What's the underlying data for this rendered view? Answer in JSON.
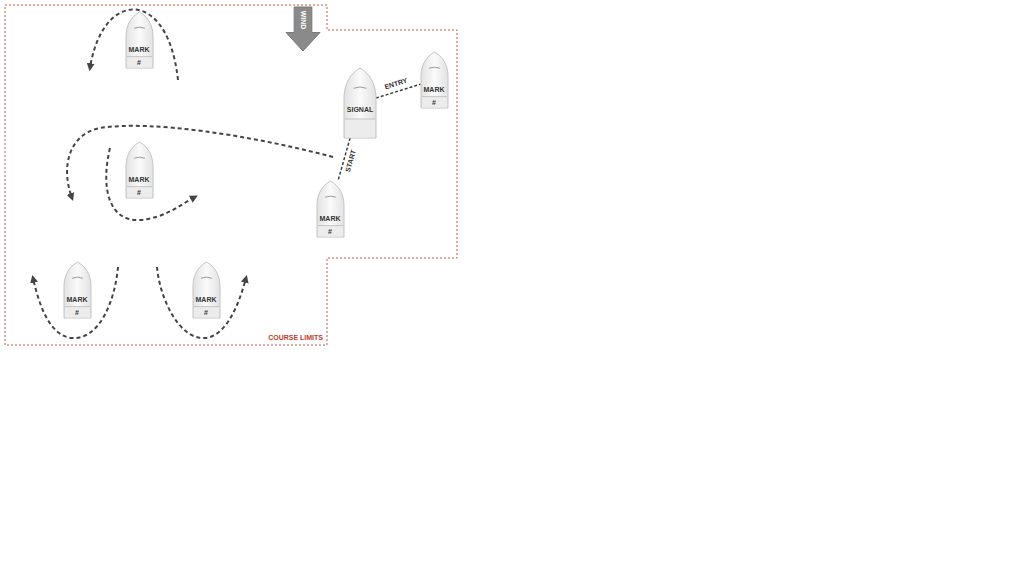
{
  "diagram": {
    "nodes": [
      {
        "text": [
          "MARK",
          "#"
        ]
      },
      {
        "text": [
          "WIND"
        ]
      },
      {
        "text": [
          "SIGNAL"
        ]
      },
      {
        "text": [
          "MARK",
          "#"
        ]
      },
      {
        "text": [
          "MARK",
          "#"
        ]
      },
      {
        "text": [
          "MARK",
          "#"
        ]
      },
      {
        "text": [
          "MARK",
          "#"
        ]
      },
      {
        "text": [
          "MARK",
          "#"
        ]
      }
    ],
    "edges": [
      {
        "from": 2,
        "to": 3,
        "label": "ENTRY",
        "arrow": "none"
      },
      {
        "from": 2,
        "to": 5,
        "label": "START",
        "arrow": "none"
      }
    ],
    "labels": [
      "COURSE LIMITS"
    ]
  }
}
